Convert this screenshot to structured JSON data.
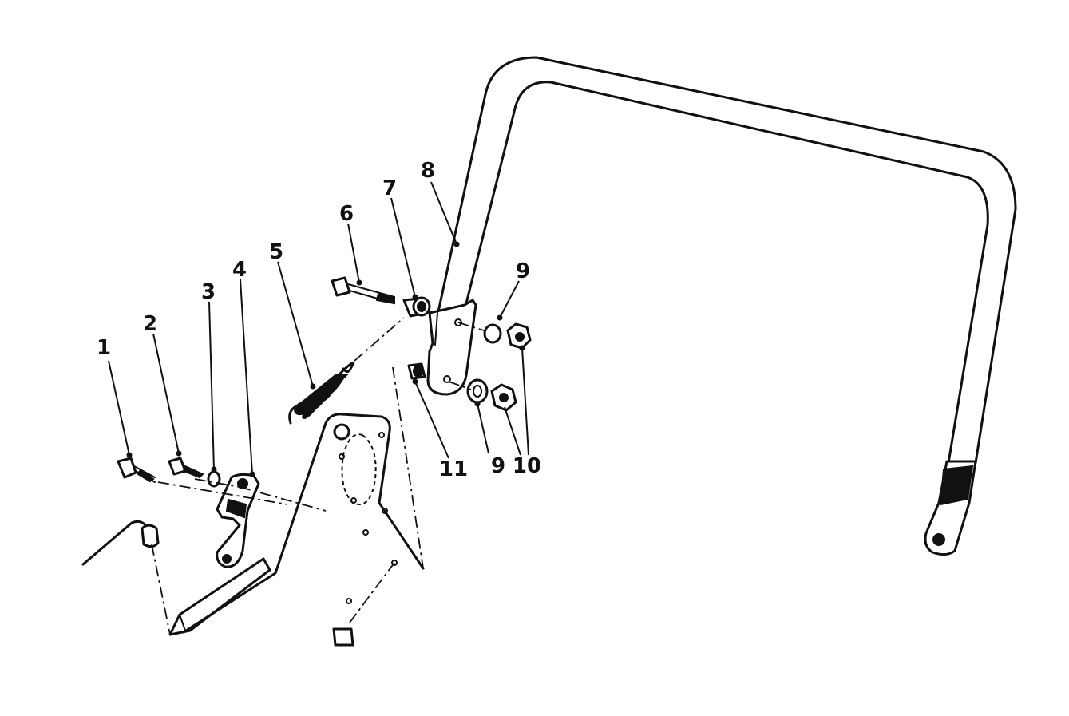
{
  "callouts": [
    {
      "id": "c1",
      "text": "1"
    },
    {
      "id": "c2",
      "text": "2"
    },
    {
      "id": "c3",
      "text": "3"
    },
    {
      "id": "c4",
      "text": "4"
    },
    {
      "id": "c5",
      "text": "5"
    },
    {
      "id": "c6",
      "text": "6"
    },
    {
      "id": "c7",
      "text": "7"
    },
    {
      "id": "c8",
      "text": "8"
    },
    {
      "id": "c9a",
      "text": "9"
    },
    {
      "id": "c9b",
      "text": "9"
    },
    {
      "id": "c10",
      "text": "10"
    },
    {
      "id": "c11",
      "text": "11"
    }
  ]
}
